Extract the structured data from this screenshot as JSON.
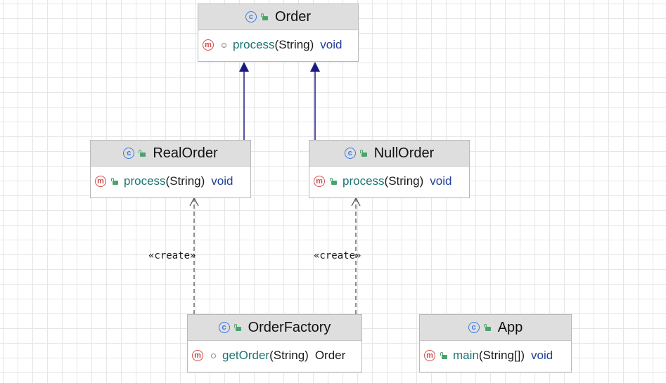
{
  "stereotype": "«create»",
  "classes": {
    "order": {
      "name": "Order",
      "icon": "class-icon",
      "visibility_icon": "public-lock-icon",
      "method": {
        "name": "process",
        "params": "(String)",
        "returns": "void",
        "visibility": "package-private"
      }
    },
    "real_order": {
      "name": "RealOrder",
      "icon": "class-icon",
      "visibility_icon": "public-lock-icon",
      "method": {
        "name": "process",
        "params": "(String)",
        "returns": "void",
        "visibility": "public"
      }
    },
    "null_order": {
      "name": "NullOrder",
      "icon": "class-icon",
      "visibility_icon": "public-lock-icon",
      "method": {
        "name": "process",
        "params": "(String)",
        "returns": "void",
        "visibility": "public"
      }
    },
    "order_factory": {
      "name": "OrderFactory",
      "icon": "class-icon",
      "visibility_icon": "public-lock-icon",
      "method": {
        "name": "getOrder",
        "params": "(String)",
        "returns": "Order",
        "visibility": "package-private"
      }
    },
    "app": {
      "name": "App",
      "icon": "class-icon",
      "visibility_icon": "public-lock-icon",
      "method": {
        "name": "main",
        "params": "(String[])",
        "returns": "void",
        "visibility": "public"
      }
    }
  },
  "relations": [
    {
      "from": "RealOrder",
      "to": "Order",
      "type": "inheritance"
    },
    {
      "from": "NullOrder",
      "to": "Order",
      "type": "inheritance"
    },
    {
      "from": "OrderFactory",
      "to": "RealOrder",
      "type": "dependency",
      "label": "«create»"
    },
    {
      "from": "OrderFactory",
      "to": "NullOrder",
      "type": "dependency",
      "label": "«create»"
    }
  ],
  "colors": {
    "inheritance_edge": "#1a1a80",
    "dependency_edge": "#555555",
    "class_icon": "#3d7ae0",
    "method_icon": "#d24b4b",
    "public_lock": "#4aa36b",
    "method_name": "#1c7373",
    "keyword_type": "#1f3f99"
  }
}
